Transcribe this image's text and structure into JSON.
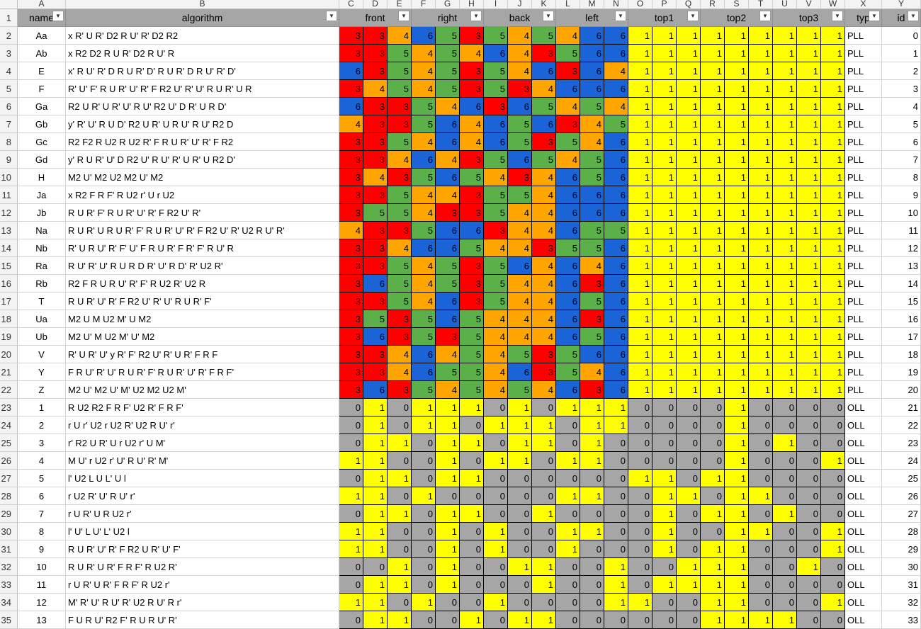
{
  "columns": [
    "A",
    "B",
    "C",
    "D",
    "E",
    "F",
    "G",
    "H",
    "I",
    "J",
    "K",
    "L",
    "M",
    "N",
    "O",
    "P",
    "Q",
    "R",
    "S",
    "T",
    "U",
    "V",
    "W",
    "X",
    "Y"
  ],
  "header_row": {
    "row_number": "1",
    "name": "name",
    "algorithm": "algorithm",
    "groups": [
      "front",
      "right",
      "back",
      "left",
      "top1",
      "top2",
      "top3"
    ],
    "typ": "typ",
    "id": "id"
  },
  "filter_icon": "filter-dropdown-icon",
  "colors": {
    "1": "#ffff00",
    "2": "#ffffff",
    "3": "#ff0000",
    "4": "#ffa500",
    "5": "#5cb04a",
    "6": "#1a64d8",
    "0": "#a6a6a6"
  },
  "rows": [
    {
      "row": "2",
      "name": "Aa",
      "algorithm": "x R' U R' D2 R U' R' D2 R2",
      "cells": [
        "3",
        "3",
        "4",
        "6",
        "5",
        "3",
        "5",
        "4",
        "5",
        "4",
        "6",
        "6",
        "1",
        "1",
        "1",
        "1",
        "1",
        "1",
        "1",
        "1",
        "1"
      ],
      "typ": "PLL",
      "id": "0"
    },
    {
      "row": "3",
      "name": "Ab",
      "algorithm": "x R2 D2 R U R' D2 R U' R",
      "cells": [
        "3",
        "3",
        "5",
        "4",
        "5",
        "4",
        "6",
        "4",
        "3",
        "5",
        "6",
        "6",
        "1",
        "1",
        "1",
        "1",
        "1",
        "1",
        "1",
        "1",
        "1"
      ],
      "typ": "PLL",
      "id": "1"
    },
    {
      "row": "4",
      "name": "E",
      "algorithm": "x' R U' R' D R U R' D' R U R' D R U' R' D'",
      "cells": [
        "6",
        "3",
        "5",
        "4",
        "5",
        "3",
        "5",
        "4",
        "6",
        "3",
        "6",
        "4",
        "1",
        "1",
        "1",
        "1",
        "1",
        "1",
        "1",
        "1",
        "1"
      ],
      "typ": "PLL",
      "id": "2"
    },
    {
      "row": "5",
      "name": "F",
      "algorithm": "R' U' F' R U R' U' R' F R2 U' R' U' R U R' U R",
      "cells": [
        "3",
        "4",
        "5",
        "4",
        "5",
        "3",
        "5",
        "3",
        "4",
        "6",
        "6",
        "6",
        "1",
        "1",
        "1",
        "1",
        "1",
        "1",
        "1",
        "1",
        "1"
      ],
      "typ": "PLL",
      "id": "3"
    },
    {
      "row": "6",
      "name": "Ga",
      "algorithm": "R2 U R' U R' U' R U' R2 U' D R' U R D'",
      "cells": [
        "6",
        "3",
        "3",
        "5",
        "4",
        "6",
        "3",
        "6",
        "5",
        "4",
        "5",
        "4",
        "1",
        "1",
        "1",
        "1",
        "1",
        "1",
        "1",
        "1",
        "1"
      ],
      "typ": "PLL",
      "id": "4"
    },
    {
      "row": "7",
      "name": "Gb",
      "algorithm": "y' R' U' R U D' R2 U R' U R U' R U' R2 D",
      "cells": [
        "4",
        "3",
        "3",
        "5",
        "6",
        "4",
        "6",
        "5",
        "6",
        "3",
        "4",
        "5",
        "1",
        "1",
        "1",
        "1",
        "1",
        "1",
        "1",
        "1",
        "1"
      ],
      "typ": "PLL",
      "id": "5"
    },
    {
      "row": "8",
      "name": "Gc",
      "algorithm": "R2 F2 R U2 R U2 R' F R U R' U' R' F R2",
      "cells": [
        "3",
        "3",
        "5",
        "4",
        "6",
        "4",
        "6",
        "5",
        "3",
        "5",
        "4",
        "6",
        "1",
        "1",
        "1",
        "1",
        "1",
        "1",
        "1",
        "1",
        "1"
      ],
      "typ": "PLL",
      "id": "6"
    },
    {
      "row": "9",
      "name": "Gd",
      "algorithm": "y' R U R' U' D R2 U' R U' R' U R' U R2 D'",
      "cells": [
        "3",
        "3",
        "4",
        "6",
        "4",
        "3",
        "5",
        "6",
        "5",
        "4",
        "5",
        "6",
        "1",
        "1",
        "1",
        "1",
        "1",
        "1",
        "1",
        "1",
        "1"
      ],
      "typ": "PLL",
      "id": "7"
    },
    {
      "row": "10",
      "name": "H",
      "algorithm": "M2 U' M2 U2 M2 U' M2",
      "cells": [
        "3",
        "4",
        "3",
        "5",
        "6",
        "5",
        "4",
        "3",
        "4",
        "6",
        "5",
        "6",
        "1",
        "1",
        "1",
        "1",
        "1",
        "1",
        "1",
        "1",
        "1"
      ],
      "typ": "PLL",
      "id": "8"
    },
    {
      "row": "11",
      "name": "Ja",
      "algorithm": "x R2 F R F' R U2 r' U r U2",
      "cells": [
        "3",
        "3",
        "5",
        "4",
        "4",
        "3",
        "5",
        "5",
        "4",
        "6",
        "6",
        "6",
        "1",
        "1",
        "1",
        "1",
        "1",
        "1",
        "1",
        "1",
        "1"
      ],
      "typ": "PLL",
      "id": "9"
    },
    {
      "row": "12",
      "name": "Jb",
      "algorithm": "R U R' F' R U R' U' R' F R2 U' R'",
      "cells": [
        "3",
        "5",
        "5",
        "4",
        "3",
        "3",
        "5",
        "4",
        "4",
        "6",
        "6",
        "6",
        "1",
        "1",
        "1",
        "1",
        "1",
        "1",
        "1",
        "1",
        "1"
      ],
      "typ": "PLL",
      "id": "10"
    },
    {
      "row": "13",
      "name": "Na",
      "algorithm": "R U R' U R U R' F' R U R' U' R' F R2 U' R' U2 R U' R'",
      "cells": [
        "4",
        "3",
        "3",
        "5",
        "6",
        "6",
        "3",
        "4",
        "4",
        "6",
        "5",
        "5",
        "1",
        "1",
        "1",
        "1",
        "1",
        "1",
        "1",
        "1",
        "1"
      ],
      "typ": "PLL",
      "id": "11"
    },
    {
      "row": "14",
      "name": "Nb",
      "algorithm": "R' U R U' R' F' U' F R U R' F R' F' R U' R",
      "cells": [
        "3",
        "3",
        "4",
        "6",
        "6",
        "5",
        "4",
        "4",
        "3",
        "5",
        "5",
        "6",
        "1",
        "1",
        "1",
        "1",
        "1",
        "1",
        "1",
        "1",
        "1"
      ],
      "typ": "PLL",
      "id": "12"
    },
    {
      "row": "15",
      "name": "Ra",
      "algorithm": "R U' R' U' R U R D R' U' R D' R' U2 R'",
      "cells": [
        "3",
        "3",
        "5",
        "4",
        "5",
        "3",
        "5",
        "6",
        "4",
        "6",
        "4",
        "6",
        "1",
        "1",
        "1",
        "1",
        "1",
        "1",
        "1",
        "1",
        "1"
      ],
      "typ": "PLL",
      "id": "13"
    },
    {
      "row": "16",
      "name": "Rb",
      "algorithm": "R2 F R U R U' R' F' R U2 R' U2 R",
      "cells": [
        "3",
        "6",
        "5",
        "4",
        "5",
        "3",
        "5",
        "4",
        "4",
        "6",
        "3",
        "6",
        "1",
        "1",
        "1",
        "1",
        "1",
        "1",
        "1",
        "1",
        "1"
      ],
      "typ": "PLL",
      "id": "14"
    },
    {
      "row": "17",
      "name": "T",
      "algorithm": "R U R' U' R' F R2 U' R' U' R U R' F'",
      "cells": [
        "3",
        "3",
        "5",
        "4",
        "6",
        "3",
        "5",
        "4",
        "4",
        "6",
        "5",
        "6",
        "1",
        "1",
        "1",
        "1",
        "1",
        "1",
        "1",
        "1",
        "1"
      ],
      "typ": "PLL",
      "id": "15"
    },
    {
      "row": "18",
      "name": "Ua",
      "algorithm": "M2 U M U2 M' U M2",
      "cells": [
        "3",
        "5",
        "3",
        "5",
        "6",
        "5",
        "4",
        "4",
        "4",
        "6",
        "3",
        "6",
        "1",
        "1",
        "1",
        "1",
        "1",
        "1",
        "1",
        "1",
        "1"
      ],
      "typ": "PLL",
      "id": "16"
    },
    {
      "row": "19",
      "name": "Ub",
      "algorithm": "M2 U' M U2 M' U' M2",
      "cells": [
        "3",
        "6",
        "3",
        "5",
        "3",
        "5",
        "4",
        "4",
        "4",
        "6",
        "5",
        "6",
        "1",
        "1",
        "1",
        "1",
        "1",
        "1",
        "1",
        "1",
        "1"
      ],
      "typ": "PLL",
      "id": "17"
    },
    {
      "row": "20",
      "name": "V",
      "algorithm": "R' U R' U' y R' F' R2 U' R' U R' F R F",
      "cells": [
        "3",
        "3",
        "4",
        "6",
        "4",
        "5",
        "4",
        "5",
        "3",
        "5",
        "6",
        "6",
        "1",
        "1",
        "1",
        "1",
        "1",
        "1",
        "1",
        "1",
        "1"
      ],
      "typ": "PLL",
      "id": "18"
    },
    {
      "row": "21",
      "name": "Y",
      "algorithm": "F R U' R' U' R U R' F' R U R' U' R' F R F'",
      "cells": [
        "3",
        "3",
        "4",
        "6",
        "5",
        "5",
        "4",
        "6",
        "3",
        "5",
        "4",
        "6",
        "1",
        "1",
        "1",
        "1",
        "1",
        "1",
        "1",
        "1",
        "1"
      ],
      "typ": "PLL",
      "id": "19"
    },
    {
      "row": "22",
      "name": "Z",
      "algorithm": "M2 U' M2 U' M' U2 M2 U2 M'",
      "cells": [
        "3",
        "6",
        "3",
        "5",
        "4",
        "5",
        "4",
        "5",
        "4",
        "6",
        "3",
        "6",
        "1",
        "1",
        "1",
        "1",
        "1",
        "1",
        "1",
        "1",
        "1"
      ],
      "typ": "PLL",
      "id": "20"
    },
    {
      "row": "23",
      "name": "1",
      "algorithm": "R U2 R2 F R F' U2 R' F R F'",
      "cells": [
        "0",
        "1",
        "0",
        "1",
        "1",
        "1",
        "0",
        "1",
        "0",
        "1",
        "1",
        "1",
        "0",
        "0",
        "0",
        "0",
        "1",
        "0",
        "0",
        "0",
        "0"
      ],
      "typ": "OLL",
      "id": "21"
    },
    {
      "row": "24",
      "name": "2",
      "algorithm": "r U r' U2 r U2 R' U2 R U' r'",
      "cells": [
        "0",
        "1",
        "0",
        "1",
        "1",
        "0",
        "1",
        "1",
        "1",
        "0",
        "1",
        "1",
        "0",
        "0",
        "0",
        "0",
        "1",
        "0",
        "0",
        "0",
        "0"
      ],
      "typ": "OLL",
      "id": "22"
    },
    {
      "row": "25",
      "name": "3",
      "algorithm": "r' R2 U R' U r U2 r' U M'",
      "cells": [
        "0",
        "1",
        "1",
        "0",
        "1",
        "1",
        "0",
        "1",
        "1",
        "0",
        "1",
        "0",
        "0",
        "0",
        "0",
        "0",
        "1",
        "0",
        "1",
        "0",
        "0"
      ],
      "typ": "OLL",
      "id": "23"
    },
    {
      "row": "26",
      "name": "4",
      "algorithm": "M U' r U2 r' U' R U' R' M'",
      "cells": [
        "1",
        "1",
        "0",
        "0",
        "1",
        "0",
        "1",
        "1",
        "0",
        "1",
        "1",
        "0",
        "0",
        "0",
        "0",
        "0",
        "1",
        "0",
        "0",
        "0",
        "1"
      ],
      "typ": "OLL",
      "id": "24"
    },
    {
      "row": "27",
      "name": "5",
      "algorithm": "l' U2 L U L' U l",
      "cells": [
        "0",
        "1",
        "1",
        "0",
        "1",
        "1",
        "0",
        "0",
        "0",
        "0",
        "0",
        "0",
        "1",
        "1",
        "0",
        "1",
        "1",
        "0",
        "0",
        "0",
        "0"
      ],
      "typ": "OLL",
      "id": "25"
    },
    {
      "row": "28",
      "name": "6",
      "algorithm": "r U2 R' U' R U' r'",
      "cells": [
        "1",
        "1",
        "0",
        "1",
        "0",
        "0",
        "0",
        "0",
        "0",
        "1",
        "1",
        "0",
        "0",
        "1",
        "1",
        "0",
        "1",
        "1",
        "0",
        "0",
        "0"
      ],
      "typ": "OLL",
      "id": "26"
    },
    {
      "row": "29",
      "name": "7",
      "algorithm": "r U R' U R U2 r'",
      "cells": [
        "0",
        "1",
        "1",
        "0",
        "1",
        "1",
        "0",
        "0",
        "1",
        "0",
        "0",
        "0",
        "0",
        "1",
        "0",
        "1",
        "1",
        "0",
        "1",
        "0",
        "0"
      ],
      "typ": "OLL",
      "id": "27"
    },
    {
      "row": "30",
      "name": "8",
      "algorithm": "l' U' L U' L' U2 l",
      "cells": [
        "1",
        "1",
        "0",
        "0",
        "1",
        "0",
        "1",
        "0",
        "0",
        "1",
        "1",
        "0",
        "0",
        "1",
        "0",
        "0",
        "1",
        "1",
        "0",
        "0",
        "1"
      ],
      "typ": "OLL",
      "id": "28"
    },
    {
      "row": "31",
      "name": "9",
      "algorithm": "R U R' U' R' F R2 U R' U' F'",
      "cells": [
        "1",
        "1",
        "0",
        "0",
        "1",
        "0",
        "1",
        "0",
        "0",
        "1",
        "0",
        "0",
        "0",
        "1",
        "0",
        "1",
        "1",
        "0",
        "0",
        "0",
        "1"
      ],
      "typ": "OLL",
      "id": "29"
    },
    {
      "row": "32",
      "name": "10",
      "algorithm": "R U R' U R' F R F' R U2 R'",
      "cells": [
        "0",
        "0",
        "1",
        "0",
        "1",
        "0",
        "0",
        "1",
        "1",
        "0",
        "0",
        "1",
        "0",
        "0",
        "1",
        "1",
        "1",
        "0",
        "0",
        "1",
        "0"
      ],
      "typ": "OLL",
      "id": "30"
    },
    {
      "row": "33",
      "name": "11",
      "algorithm": "r U R' U R' F R F' R U2 r'",
      "cells": [
        "0",
        "1",
        "1",
        "0",
        "1",
        "0",
        "0",
        "0",
        "1",
        "0",
        "0",
        "1",
        "0",
        "1",
        "1",
        "1",
        "1",
        "0",
        "0",
        "0",
        "0"
      ],
      "typ": "OLL",
      "id": "31"
    },
    {
      "row": "34",
      "name": "12",
      "algorithm": "M' R' U' R U' R' U2 R U' R r'",
      "cells": [
        "1",
        "1",
        "0",
        "1",
        "0",
        "0",
        "1",
        "0",
        "0",
        "0",
        "0",
        "1",
        "1",
        "0",
        "0",
        "1",
        "1",
        "0",
        "0",
        "0",
        "1"
      ],
      "typ": "OLL",
      "id": "32"
    },
    {
      "row": "35",
      "name": "13",
      "algorithm": "F U R U' R2 F' R U R U' R'",
      "cells": [
        "0",
        "1",
        "1",
        "0",
        "0",
        "1",
        "0",
        "1",
        "1",
        "0",
        "0",
        "0",
        "0",
        "0",
        "0",
        "1",
        "1",
        "1",
        "1",
        "0",
        "0"
      ],
      "typ": "OLL",
      "id": "33"
    }
  ]
}
